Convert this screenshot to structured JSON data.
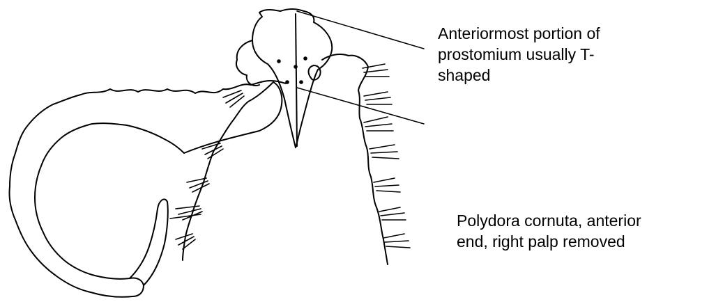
{
  "figure": {
    "stroke_color": "#000000",
    "background_color": "#ffffff"
  },
  "labels": {
    "prostomium": {
      "lines": [
        "Anteriormost portion of",
        "prostomium usually T-",
        "shaped"
      ]
    },
    "caption": {
      "lines": [
        "Polydora cornuta, anterior",
        "end, right palp removed"
      ]
    }
  }
}
